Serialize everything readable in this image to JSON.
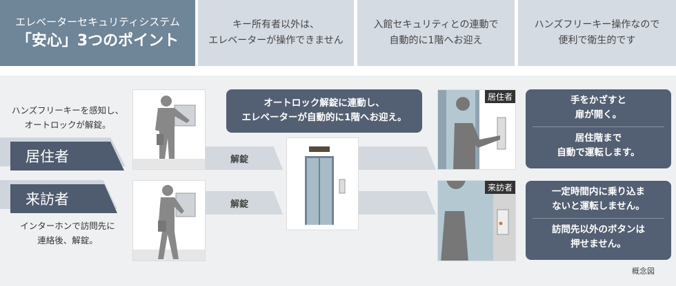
{
  "header": {
    "title_line1": "エレベーターセキュリティシステム",
    "title_line2": "「安心」3つのポイント",
    "points": [
      [
        "キー所有者以外は、",
        "エレベーターが操作できません"
      ],
      [
        "入館セキュリティとの連動で",
        "自動的に1階へお迎え"
      ],
      [
        "ハンズフリーキー操作なので",
        "便利で衛生的です"
      ]
    ]
  },
  "resident": {
    "desc": [
      "ハンズフリーキーを感知し、",
      "オートロックが解錠。"
    ],
    "label": "居住者",
    "arrow": "解錠",
    "tag": "居住者",
    "result": [
      [
        "手をかざすと",
        "扉が開く。"
      ],
      [
        "居住階まで",
        "自動で運転します。"
      ]
    ]
  },
  "visitor": {
    "desc": [
      "インターホンで訪問先に",
      "連絡後、解錠。"
    ],
    "label": "来訪者",
    "arrow": "解錠",
    "tag": "来訪者",
    "result": [
      [
        "一定時間内に乗り込ま",
        "ないと運転しません。"
      ],
      [
        "訪問先以外のボタンは",
        "押せません。"
      ]
    ]
  },
  "callout": [
    "オートロック解錠に連動し、",
    "エレベーターが自動的に1階へお迎え。"
  ],
  "note": "概念図"
}
